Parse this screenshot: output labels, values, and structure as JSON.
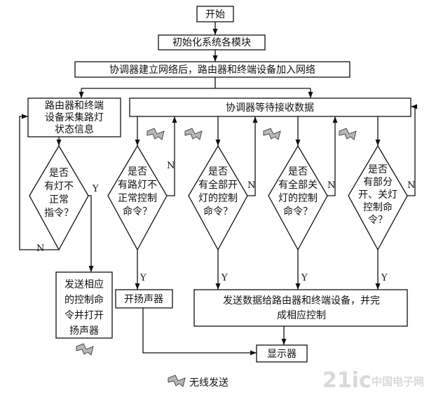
{
  "nodes": {
    "start": "开始",
    "init": "初始化系统各模块",
    "join": "协调器建立网络后，路由器和终端设备加入网络",
    "collect": "路由器和终端|设备采集路灯|状态信息",
    "wait": "协调器等待接收数据",
    "d_abnormal": "是否|有灯不|正常|指令？",
    "d_ctrl_abnormal": "是否|有路灯不|正常控制|命令？",
    "d_all_on": "是否|有全部开|灯的控制|命令？",
    "d_all_off": "是否|有全部关|灯的控制|命令？",
    "d_partial": "是否|有部分|开、关灯|控制命|令？",
    "alarm": "发送相应|的控制命|令并打开|扬声器",
    "speaker": "开扬声器",
    "send": "发送数据给路由器和终端设备，并完|成相应控制",
    "display": "显示器"
  },
  "edge_labels": {
    "yes": "Y",
    "no": "N"
  },
  "legend": {
    "wireless": "无线发送"
  },
  "watermark": {
    "main": "21ic",
    "sub": "中国电子网"
  }
}
